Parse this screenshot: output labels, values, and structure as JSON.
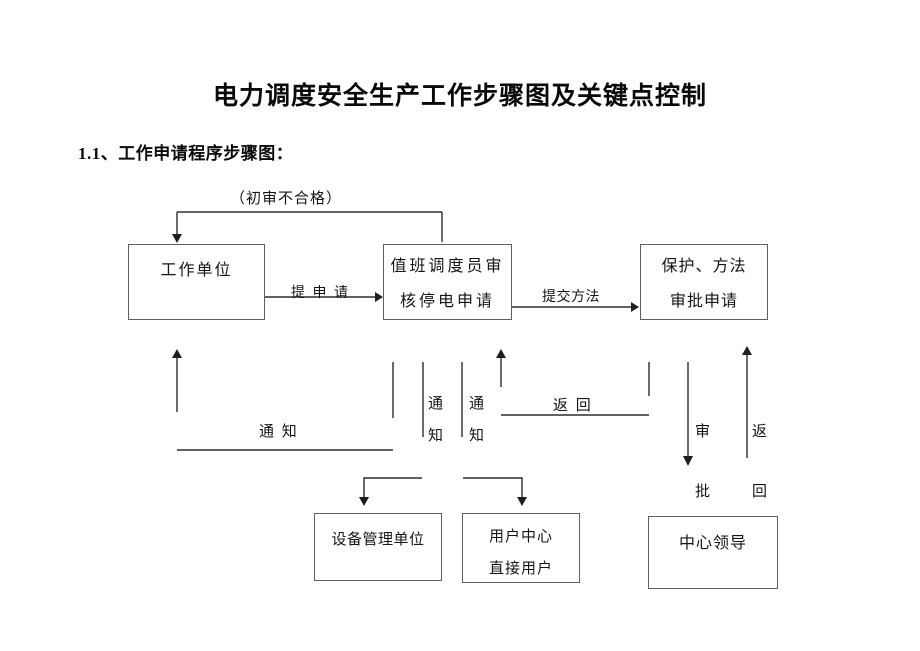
{
  "doc": {
    "title": "电力调度安全生产工作步骤图及关键点控制",
    "section": "1.1、工作申请程序步骤图："
  },
  "nodes": {
    "work_unit": "工作单位",
    "dispatcher": [
      "值班调度员审",
      "核停电申请"
    ],
    "protection": [
      "保护、方法",
      "审批申请"
    ],
    "equipment_unit": "设备管理单位",
    "user_center": [
      "用户中心",
      "直接用户"
    ],
    "center_leader": "中心领导"
  },
  "edge_labels": {
    "initial_review_fail": "（初审不合格）",
    "submit_application": "提 申 请",
    "submit_method": "提交方法",
    "notify": "通 知",
    "notify_v1": [
      "通",
      "知"
    ],
    "notify_v2": [
      "通",
      "知"
    ],
    "return_h": "返 回",
    "approve_v": [
      "审",
      "批"
    ],
    "return_v": [
      "返",
      "回"
    ]
  },
  "colors": {
    "background": "#ffffff",
    "text": "#111111",
    "line": "#2e2e2e",
    "box_border": "#5f5f5f"
  }
}
